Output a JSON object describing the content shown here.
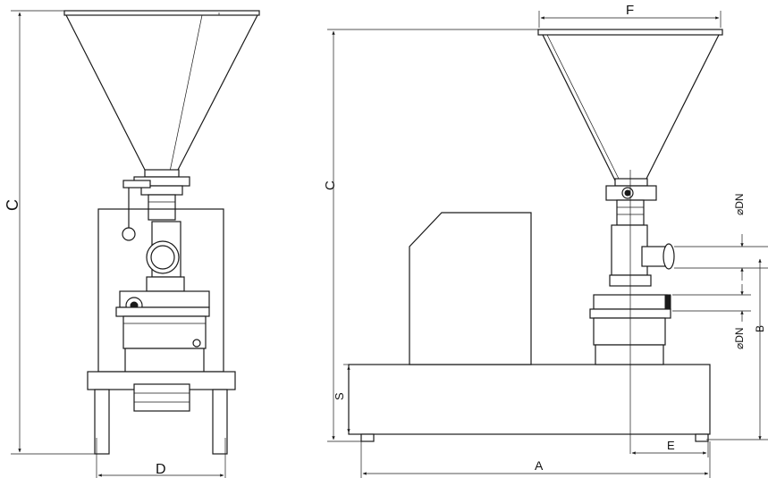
{
  "left_view": {
    "dim_c": "C",
    "dim_d": "D"
  },
  "right_view": {
    "dim_f": "F",
    "dim_c": "C",
    "dim_dn_top": "⌀DN",
    "dim_dn_bottom": "⌀DN",
    "dim_b": "B",
    "dim_s": "S",
    "dim_e": "E",
    "dim_a": "A"
  }
}
